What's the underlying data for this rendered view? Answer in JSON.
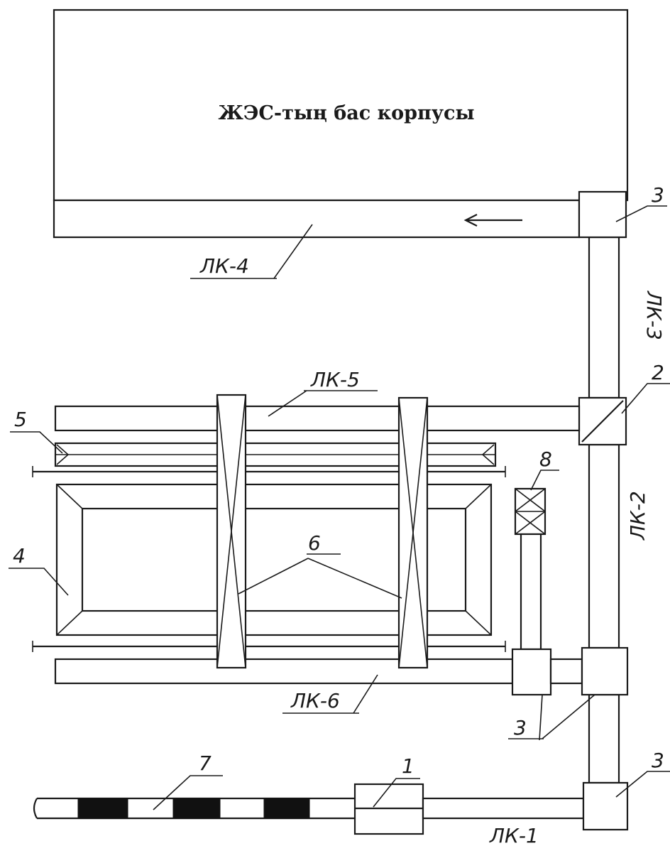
{
  "building": {
    "title": "ЖЭС-тың бас корпусы"
  },
  "conveyor_labels": {
    "lk1": "ЛК-1",
    "lk2": "ЛК-2",
    "lk3": "ЛК-3",
    "lk4": "ЛК-4",
    "lk5": "ЛК-5",
    "lk6": "ЛК-6"
  },
  "callouts": {
    "n1": "1",
    "n2": "2",
    "n3_top": "3",
    "n3_bottom_right": "3",
    "n3_pair": "3",
    "n4": "4",
    "n5": "5",
    "n6": "6",
    "n7": "7",
    "n8": "8"
  }
}
